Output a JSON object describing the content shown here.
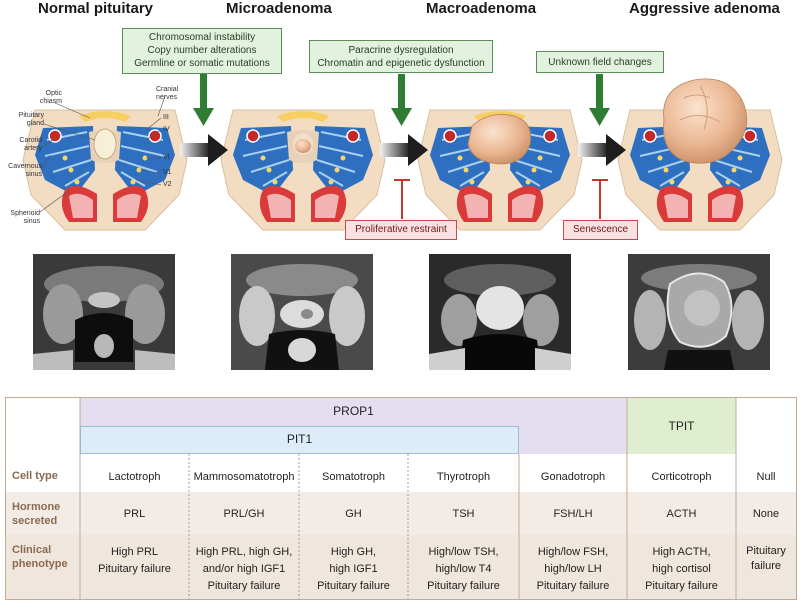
{
  "stages": [
    {
      "title": "Normal pituitary"
    },
    {
      "title": "Microadenoma"
    },
    {
      "title": "Macroadenoma"
    },
    {
      "title": "Aggressive adenoma"
    }
  ],
  "drivers": [
    {
      "lines": [
        "Chromosomal instability",
        "Copy number alterations",
        "Germline or somatic mutations"
      ]
    },
    {
      "lines": [
        "Paracrine dysregulation",
        "Chromatin and epigenetic dysfunction"
      ]
    },
    {
      "lines": [
        "Unknown field changes"
      ]
    }
  ],
  "restraints": [
    {
      "label": "Proliferative restraint"
    },
    {
      "label": "Senescence"
    }
  ],
  "anatomy_labels": {
    "optic_chiasm": [
      "Optic",
      "chiasm"
    ],
    "pituitary_gland": [
      "Pituitary",
      "gland"
    ],
    "carotid_artery": [
      "Carotid",
      "artery"
    ],
    "cavernous_sinus": [
      "Cavernous",
      "sinus"
    ],
    "sphenoid_sinus": [
      "Sphenoid",
      "sinus"
    ],
    "cranial_nerves": [
      "Cranial",
      "nerves"
    ],
    "nerve_III": "III",
    "nerve_IV": "IV",
    "nerve_VI": "VI",
    "nerve_V1": "V1",
    "nerve_V2": "V2"
  },
  "lineage": {
    "prop1": "PROP1",
    "pit1": "PIT1",
    "tpit": "TPIT"
  },
  "row_headers": {
    "cell_type": "Cell type",
    "hormone": [
      "Hormone",
      "secreted"
    ],
    "clinical": [
      "Clinical",
      "phenotype"
    ]
  },
  "columns": [
    {
      "cell": "Lactotroph",
      "hormone": "PRL",
      "phenotype": [
        "High PRL",
        "Pituitary failure"
      ]
    },
    {
      "cell": "Mammosomatotroph",
      "hormone": "PRL/GH",
      "phenotype": [
        "High PRL, high GH,",
        "and/or high IGF1",
        "Pituitary failure"
      ]
    },
    {
      "cell": "Somatotroph",
      "hormone": "GH",
      "phenotype": [
        "High GH,",
        "high IGF1",
        "Pituitary failure"
      ]
    },
    {
      "cell": "Thyrotroph",
      "hormone": "TSH",
      "phenotype": [
        "High/low TSH,",
        "high/low T4",
        "Pituitary failure"
      ]
    },
    {
      "cell": "Gonadotroph",
      "hormone": "FSH/LH",
      "phenotype": [
        "High/low FSH,",
        "high/low LH",
        "Pituitary failure"
      ]
    },
    {
      "cell": "Corticotroph",
      "hormone": "ACTH",
      "phenotype": [
        "High ACTH,",
        "high cortisol",
        "Pituitary failure"
      ]
    },
    {
      "cell": "Null",
      "hormone": "None",
      "phenotype": [
        "Pituitary",
        "failure"
      ]
    }
  ],
  "colors": {
    "driver_green": "#2e7d32",
    "restraint_red": "#c0392b",
    "prop1_band": "#e4def0",
    "pit1_band": "#dcecf8",
    "tpit_band": "#dfeecf",
    "row_header": "#8b6a4f",
    "table_stripe": "#f3ece6"
  }
}
